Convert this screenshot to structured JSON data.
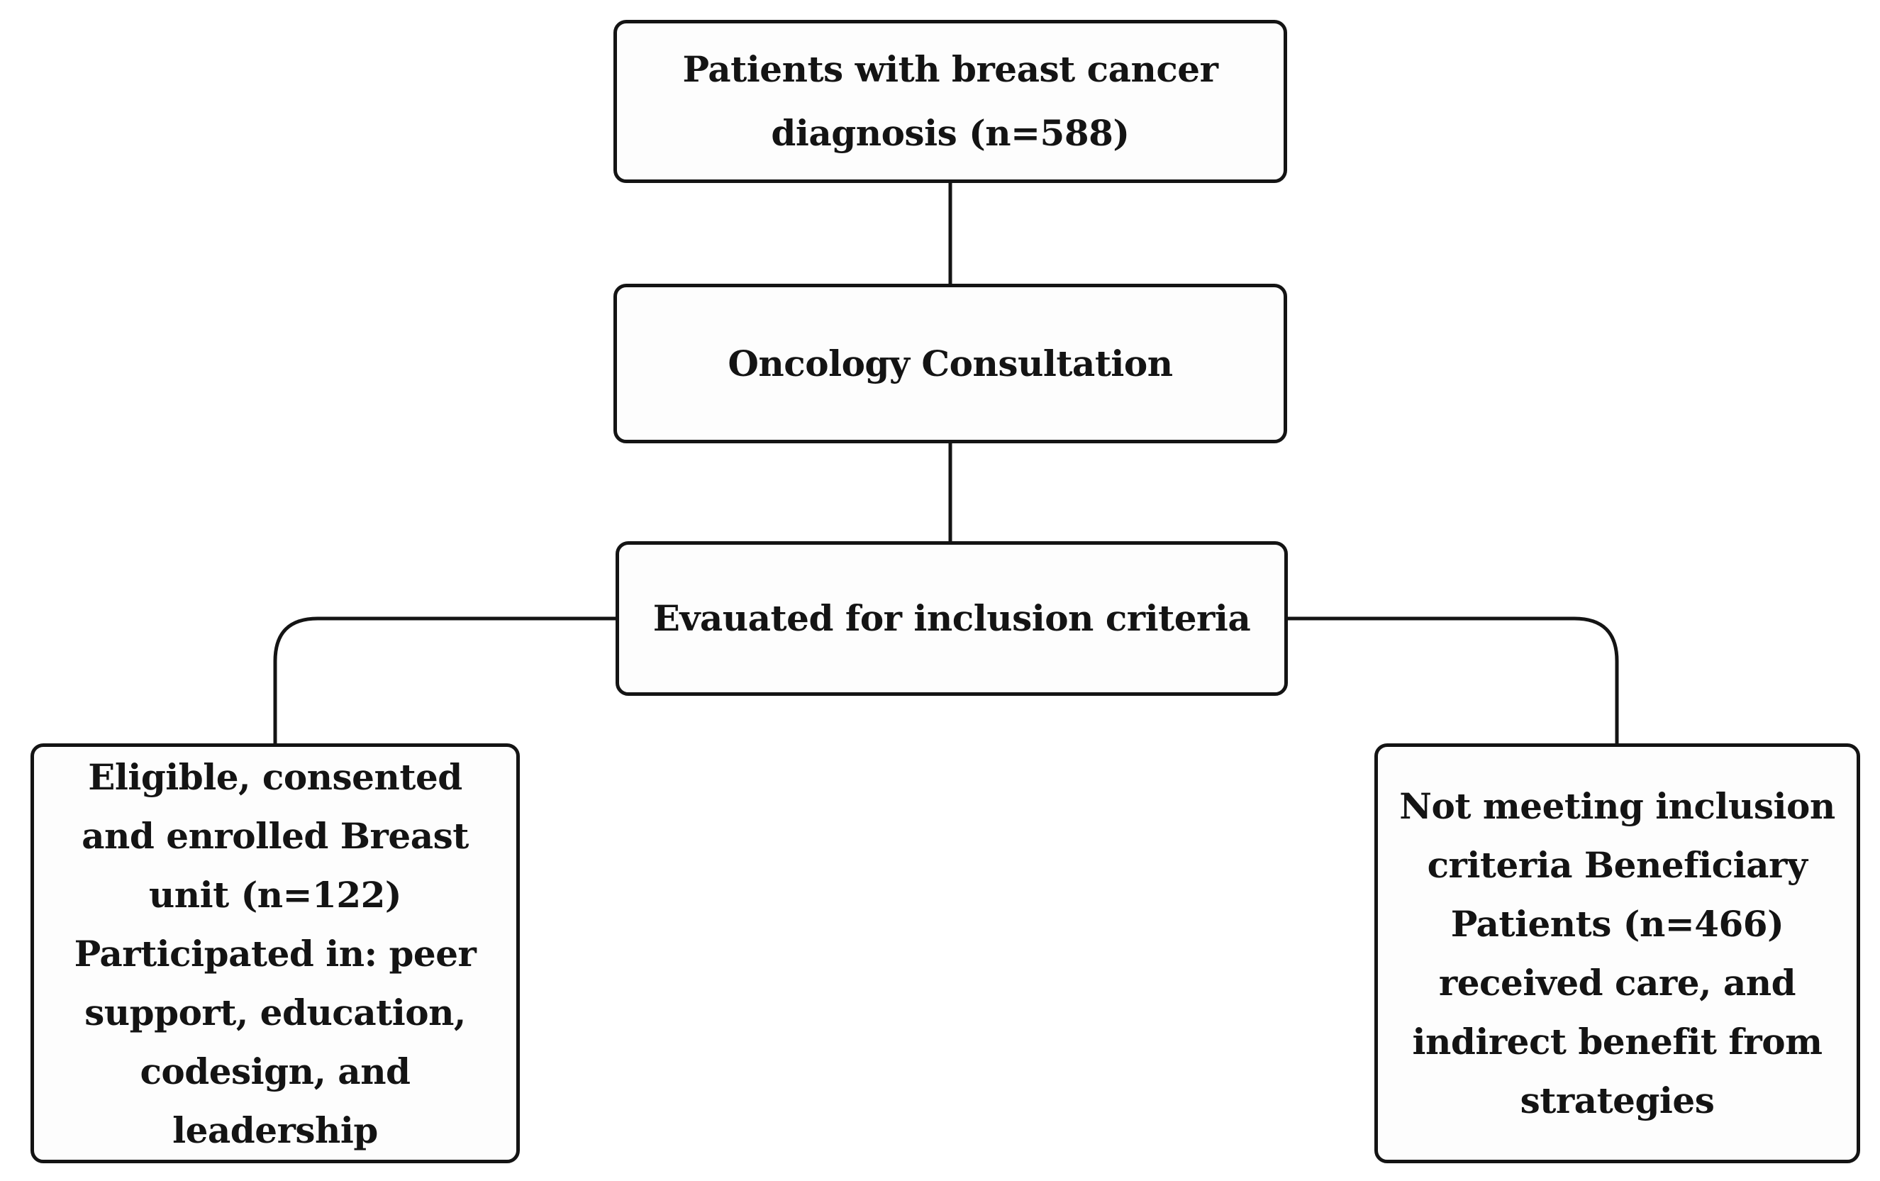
{
  "flowchart": {
    "type": "flowchart",
    "background": "#ffffff",
    "node_fill": "#fdfdfd",
    "node_border_color": "#141414",
    "text_color": "#141414",
    "nodes": [
      {
        "id": "patients",
        "label": "Patients with breast cancer\ndiagnosis (n=588)"
      },
      {
        "id": "consultation",
        "label": "Oncology Consultation"
      },
      {
        "id": "evaluation",
        "label": "Evauated for inclusion criteria"
      },
      {
        "id": "enrolled",
        "label": "Eligible, consented\nand enrolled Breast\nunit (n=122)\nParticipated in: peer\nsupport, education,\ncodesign, and\nleadership"
      },
      {
        "id": "beneficiary",
        "label": "Not meeting inclusion\ncriteria Beneficiary\nPatients (n=466)\nreceived care, and\nindirect benefit from\nstrategies"
      }
    ],
    "edges": [
      {
        "from": "patients",
        "to": "consultation"
      },
      {
        "from": "consultation",
        "to": "evaluation"
      },
      {
        "from": "evaluation",
        "to": "enrolled"
      },
      {
        "from": "evaluation",
        "to": "beneficiary"
      }
    ]
  }
}
